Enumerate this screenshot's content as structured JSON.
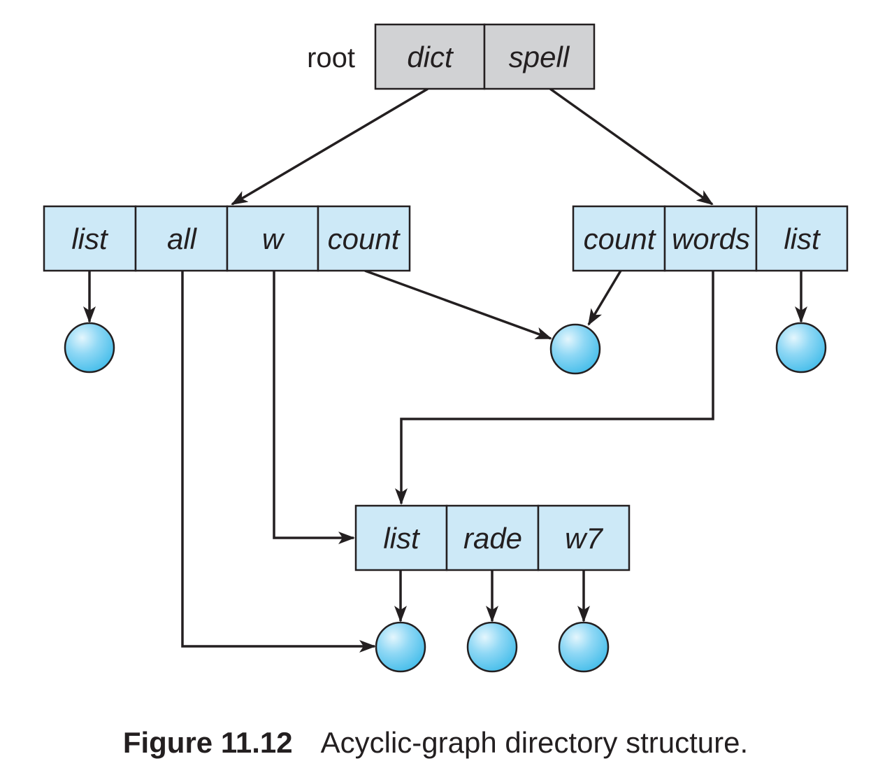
{
  "root_label": "root",
  "directories": [
    {
      "id": "root",
      "cells": [
        "dict",
        "spell"
      ]
    },
    {
      "id": "dict",
      "cells": [
        "list",
        "all",
        "w",
        "count"
      ]
    },
    {
      "id": "spell",
      "cells": [
        "count",
        "words",
        "list"
      ]
    },
    {
      "id": "shared",
      "cells": [
        "list",
        "rade",
        "w7"
      ]
    }
  ],
  "files": [
    "dict-list",
    "shared-count",
    "spell-list",
    "shared-list",
    "rade",
    "w7"
  ],
  "edges": [
    {
      "from": "root.dict",
      "to": "dict"
    },
    {
      "from": "root.spell",
      "to": "spell"
    },
    {
      "from": "dict.list",
      "to": "file:dict-list"
    },
    {
      "from": "dict.all",
      "to": "file:shared-list"
    },
    {
      "from": "dict.w",
      "to": "shared"
    },
    {
      "from": "dict.count",
      "to": "file:shared-count"
    },
    {
      "from": "spell.count",
      "to": "file:shared-count"
    },
    {
      "from": "spell.words",
      "to": "shared"
    },
    {
      "from": "spell.list",
      "to": "file:spell-list"
    },
    {
      "from": "shared.list",
      "to": "file:shared-list"
    },
    {
      "from": "shared.rade",
      "to": "file:rade"
    },
    {
      "from": "shared.w7",
      "to": "file:w7"
    }
  ],
  "colors": {
    "root_fill": "#d1d2d4",
    "directory_fill": "#cde9f7",
    "file_fill": "#5cc6ef",
    "stroke": "#231f20"
  },
  "caption": {
    "number": "Figure 11.12",
    "text": "Acyclic-graph directory structure."
  }
}
